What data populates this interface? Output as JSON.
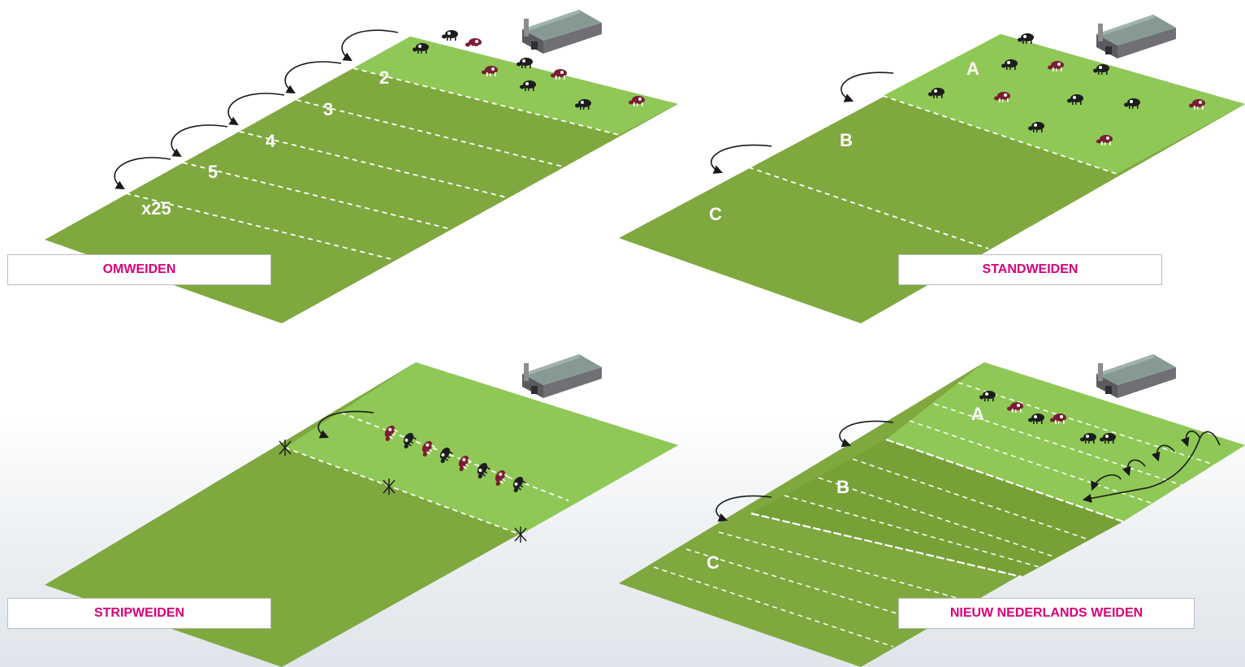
{
  "colors": {
    "field_dark": "#7fa83f",
    "field_light": "#8fc856",
    "label_text": "#d6007a",
    "barn_roof": "#869a93",
    "barn_wall": "#5b5a60"
  },
  "panels": [
    {
      "label": "OMWEIDEN",
      "plot_labels": [
        "2",
        "3",
        "4",
        "5",
        "x25"
      ]
    },
    {
      "label": "STANDWEIDEN",
      "plot_labels": [
        "A",
        "B",
        "C"
      ]
    },
    {
      "label": "STRIPWEIDEN",
      "plot_labels": []
    },
    {
      "label": "NIEUW NEDERLANDS WEIDEN",
      "plot_labels": [
        "A",
        "B",
        "C"
      ]
    }
  ],
  "icons": [
    "barn-icon",
    "cow-icon",
    "rotation-arrow-icon",
    "fence-post-icon"
  ]
}
